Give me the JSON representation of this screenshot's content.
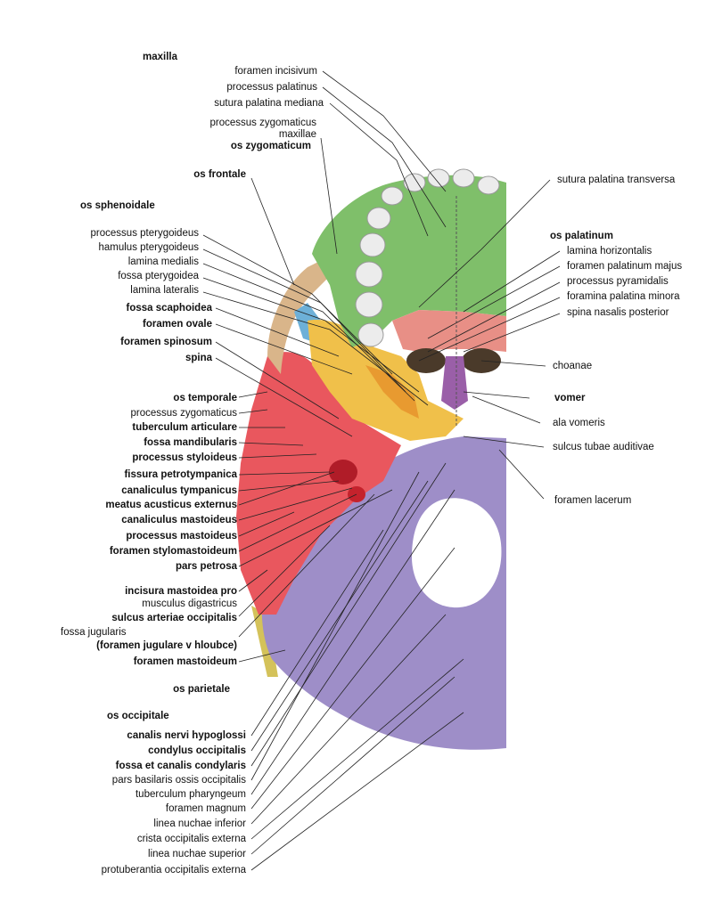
{
  "title": "",
  "colors": {
    "maxilla": "#7fbf6a",
    "zygomatic": "#d9b58a",
    "frontal": "#6db0d8",
    "sphenoid": "#f0c04a",
    "temporal": "#e9575e",
    "palatine": "#e88f86",
    "vomer": "#9a5fa8",
    "occipital": "#9e8ec8",
    "parietal": "#d4c25a",
    "teeth": "#ececec",
    "line": "#222222"
  },
  "labels_left": [
    {
      "id": "maxilla",
      "text": "maxilla",
      "bold": true
    },
    {
      "id": "foramen-incisivum",
      "text": "foramen incisivum"
    },
    {
      "id": "processus-palatinus",
      "text": "processus palatinus"
    },
    {
      "id": "sutura-palatina-mediana",
      "text": "sutura palatina mediana"
    },
    {
      "id": "processus-zygomaticus-maxillae",
      "text": "processus zygomaticus maxillae"
    },
    {
      "id": "os-zygomaticum",
      "text": "os zygomaticum",
      "bold": true
    },
    {
      "id": "os-frontale",
      "text": "os frontale",
      "bold": true
    },
    {
      "id": "os-sphenoidale",
      "text": "os sphenoidale",
      "bold": true
    },
    {
      "id": "processus-pterygoideus",
      "text": "processus pterygoideus"
    },
    {
      "id": "hamulus-pterygoideus",
      "text": "hamulus pterygoideus"
    },
    {
      "id": "lamina-medialis",
      "text": "lamina medialis"
    },
    {
      "id": "fossa-pterygoidea",
      "text": "fossa pterygoidea"
    },
    {
      "id": "lamina-lateralis",
      "text": "lamina lateralis"
    },
    {
      "id": "fossa-scaphoidea",
      "text": "fossa scaphoidea"
    },
    {
      "id": "foramen-ovale",
      "text": "foramen ovale"
    },
    {
      "id": "foramen-spinosum",
      "text": "foramen spinosum"
    },
    {
      "id": "spina",
      "text": "spina"
    },
    {
      "id": "os-temporale",
      "text": "os temporale",
      "bold": true
    },
    {
      "id": "processus-zygomaticus",
      "text": "processus zygomaticus"
    },
    {
      "id": "tuberculum-articulare",
      "text": "tuberculum articulare"
    },
    {
      "id": "fossa-mandibularis",
      "text": "fossa mandibularis"
    },
    {
      "id": "processus-styloideus",
      "text": "processus styloideus"
    },
    {
      "id": "fissura-petrotympanica",
      "text": "fissura petrotympanica"
    },
    {
      "id": "canaliculus-tympanicus",
      "text": "canaliculus tympanicus"
    },
    {
      "id": "meatus-acusticus-externus",
      "text": "meatus acusticus externus"
    },
    {
      "id": "canaliculus-mastoideus",
      "text": "canaliculus mastoideus"
    },
    {
      "id": "processus-mastoideus",
      "text": "processus mastoideus"
    },
    {
      "id": "foramen-stylomastoideum",
      "text": "foramen stylomastoideum"
    },
    {
      "id": "pars-petrosa",
      "text": "pars petrosa"
    },
    {
      "id": "incisura-mastoidea-1",
      "text": "incisura mastoidea pro"
    },
    {
      "id": "incisura-mastoidea-2",
      "text": "musculus digastricus"
    },
    {
      "id": "sulcus-arteriae-occipitalis",
      "text": "sulcus arteriae occipitalis"
    },
    {
      "id": "fossa-jugularis-1",
      "text": "fossa jugularis"
    },
    {
      "id": "fossa-jugularis-2",
      "text": "(foramen jugulare v hloubce)"
    },
    {
      "id": "foramen-mastoideum",
      "text": "foramen mastoideum"
    },
    {
      "id": "os-parietale",
      "text": "os parietale",
      "bold": true
    },
    {
      "id": "os-occipitale",
      "text": "os occipitale",
      "bold": true
    },
    {
      "id": "canalis-nervi-hypoglossi",
      "text": "canalis nervi hypoglossi"
    },
    {
      "id": "condylus-occipitalis",
      "text": "condylus occipitalis"
    },
    {
      "id": "fossa-et-canalis-condylaris",
      "text": "fossa et canalis condylaris"
    },
    {
      "id": "pars-basilaris",
      "text": "pars basilaris ossis occipitalis"
    },
    {
      "id": "tuberculum-pharyngeum",
      "text": "tuberculum pharyngeum"
    },
    {
      "id": "foramen-magnum",
      "text": "foramen magnum"
    },
    {
      "id": "linea-nuchae-inferior",
      "text": "linea nuchae inferior"
    },
    {
      "id": "crista-occipitalis-externa",
      "text": "crista occipitalis externa"
    },
    {
      "id": "linea-nuchae-superior",
      "text": "linea nuchae superior"
    },
    {
      "id": "protuberantia-occipitalis-externa",
      "text": "protuberantia occipitalis externa"
    }
  ],
  "labels_right": [
    {
      "id": "sutura-palatina-transversa",
      "text": "sutura palatina transversa"
    },
    {
      "id": "os-palatinum",
      "text": "os palatinum",
      "bold": true
    },
    {
      "id": "lamina-horizontalis",
      "text": "lamina horizontalis"
    },
    {
      "id": "foramen-palatinum-majus",
      "text": "foramen palatinum majus"
    },
    {
      "id": "processus-pyramidalis",
      "text": "processus pyramidalis"
    },
    {
      "id": "foramina-palatina-minora",
      "text": "foramina palatina minora"
    },
    {
      "id": "spina-nasalis-posterior",
      "text": "spina nasalis posterior"
    },
    {
      "id": "choanae",
      "text": "choanae"
    },
    {
      "id": "vomer",
      "text": "vomer",
      "bold": true
    },
    {
      "id": "ala-vomeris",
      "text": "ala vomeris"
    },
    {
      "id": "sulcus-tubae-auditivae",
      "text": "sulcus tubae auditivae"
    },
    {
      "id": "foramen-lacerum",
      "text": "foramen lacerum"
    }
  ]
}
